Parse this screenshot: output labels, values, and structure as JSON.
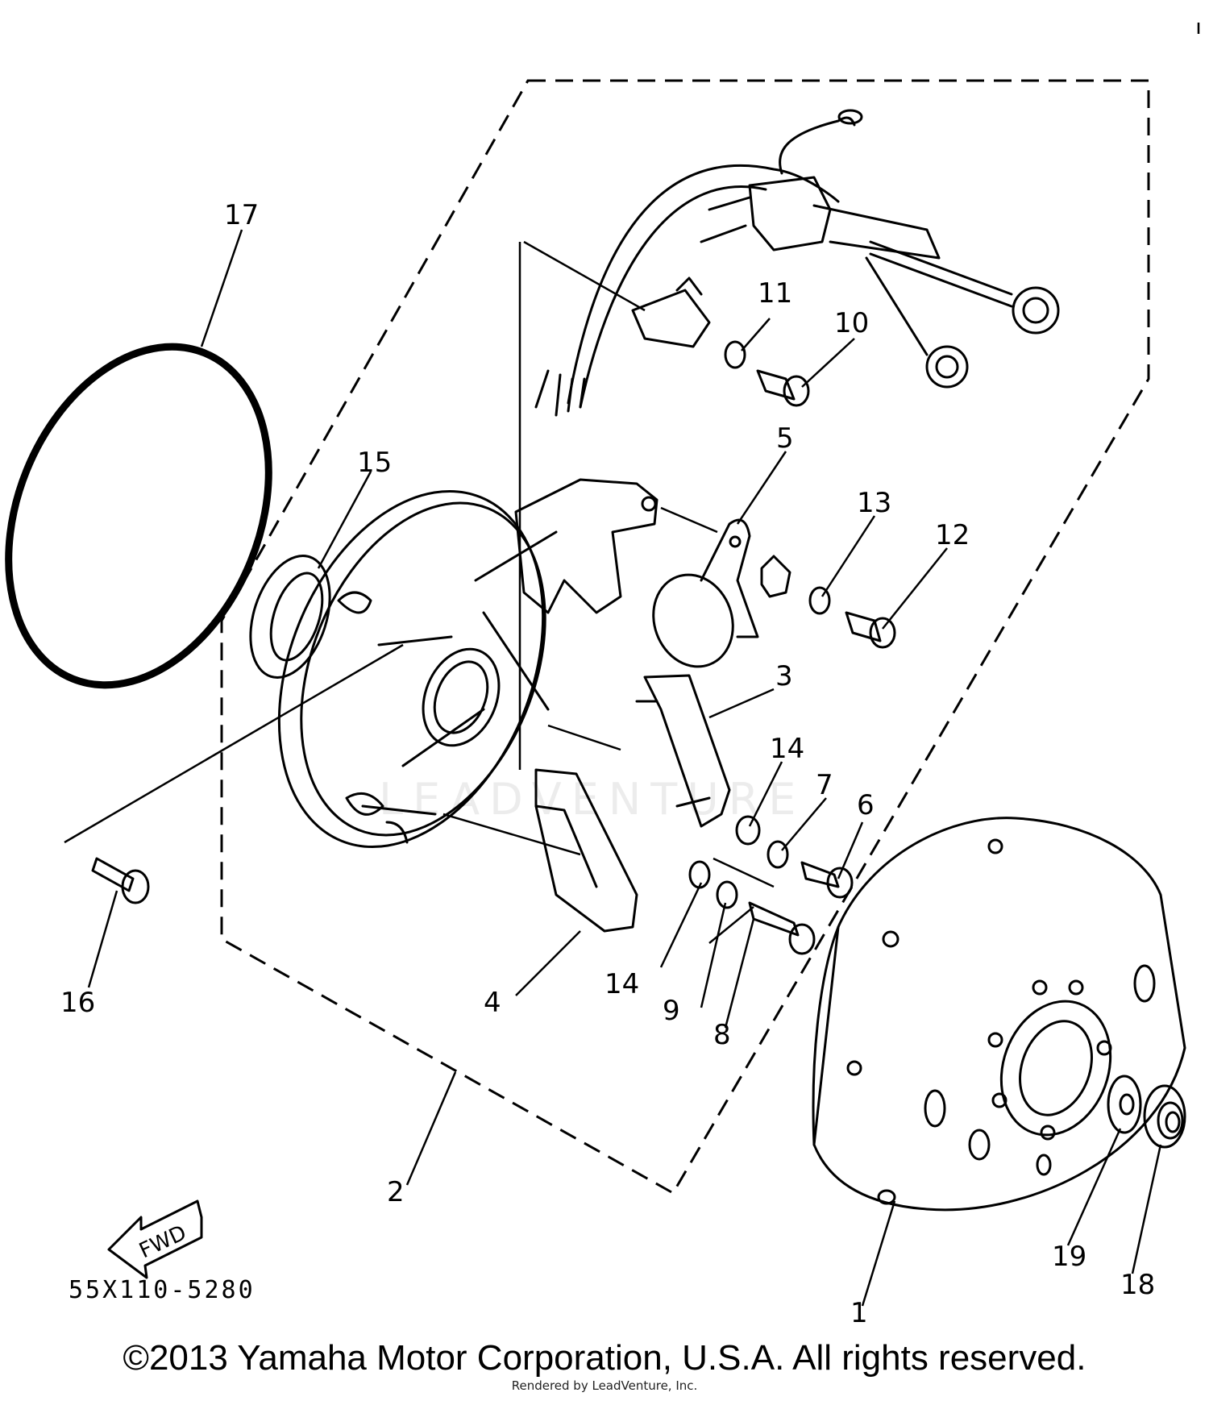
{
  "diagram": {
    "drawing_code": "55X110-5280",
    "fwd_label": "FWD",
    "copyright": "©2013 Yamaha Motor Corporation, U.S.A. All rights reserved.",
    "rendered_by": "Rendered by LeadVenture, Inc.",
    "watermark": "LEADVENTURE",
    "callouts": {
      "c1": "1",
      "c2": "2",
      "c3": "3",
      "c4": "4",
      "c5": "5",
      "c6": "6",
      "c7": "7",
      "c8": "8",
      "c9": "9",
      "c10": "10",
      "c11": "11",
      "c12": "12",
      "c13": "13",
      "c14a": "14",
      "c14b": "14",
      "c15": "15",
      "c16": "16",
      "c17": "17",
      "c18": "18",
      "c19": "19"
    }
  }
}
